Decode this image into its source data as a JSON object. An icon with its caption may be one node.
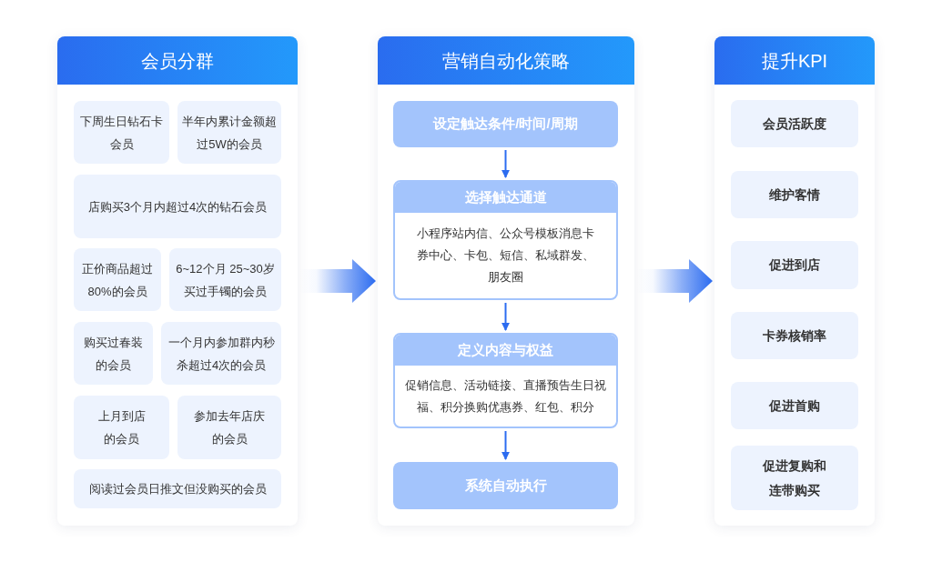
{
  "diagram": {
    "nodes": [
      {
        "text": [
          "会员分群"
        ]
      },
      {
        "text": [
          "下周生日钻石卡会员"
        ],
        "in": 0
      },
      {
        "text": [
          "半年内累计金额超过5W的会员"
        ],
        "in": 0
      },
      {
        "text": [
          "店购买3个月内超过4次的钻石会员"
        ],
        "in": 0
      },
      {
        "text": [
          "正价商品超过80%的会员"
        ],
        "in": 0
      },
      {
        "text": [
          "6~12个月 25~30岁买过手镯的会员"
        ],
        "in": 0
      },
      {
        "text": [
          "购买过春装的会员"
        ],
        "in": 0
      },
      {
        "text": [
          "一个月内参加群内秒杀超过4次的会员"
        ],
        "in": 0
      },
      {
        "text": [
          "上月到店的会员"
        ],
        "in": 0
      },
      {
        "text": [
          "参加去年店庆的会员"
        ],
        "in": 0
      },
      {
        "text": [
          "阅读过会员日推文但没购买的会员"
        ],
        "in": 0
      },
      {
        "text": [
          "营销自动化策略"
        ]
      },
      {
        "text": [
          "设定触达条件/时间/周期"
        ],
        "in": 11
      },
      {
        "text": [
          "选择触达通道",
          "小程序站内信、公众号模板消息卡券中心、卡包、短信、私域群发、朋友圈"
        ],
        "in": 11
      },
      {
        "text": [
          "定义内容与权益",
          "促销信息、活动链接、直播预告生日祝福、积分换购优惠券、红包、积分"
        ],
        "in": 11
      },
      {
        "text": [
          "系统自动执行"
        ],
        "in": 11
      },
      {
        "text": [
          "提升KPI"
        ]
      },
      {
        "text": [
          "会员活跃度"
        ],
        "in": 16
      },
      {
        "text": [
          "维护客情"
        ],
        "in": 16
      },
      {
        "text": [
          "促进到店"
        ],
        "in": 16
      },
      {
        "text": [
          "卡券核销率"
        ],
        "in": 16
      },
      {
        "text": [
          "促进首购"
        ],
        "in": 16
      },
      {
        "text": [
          "促进复购和连带购买"
        ],
        "in": 16
      }
    ],
    "edges": [
      {
        "from": 0,
        "to": 11,
        "arrow": "to",
        "style": "thick"
      },
      {
        "from": 12,
        "to": 13,
        "arrow": "to"
      },
      {
        "from": 13,
        "to": 14,
        "arrow": "to"
      },
      {
        "from": 14,
        "to": 15,
        "arrow": "to"
      },
      {
        "from": 11,
        "to": 16,
        "arrow": "to",
        "style": "thick"
      }
    ]
  }
}
